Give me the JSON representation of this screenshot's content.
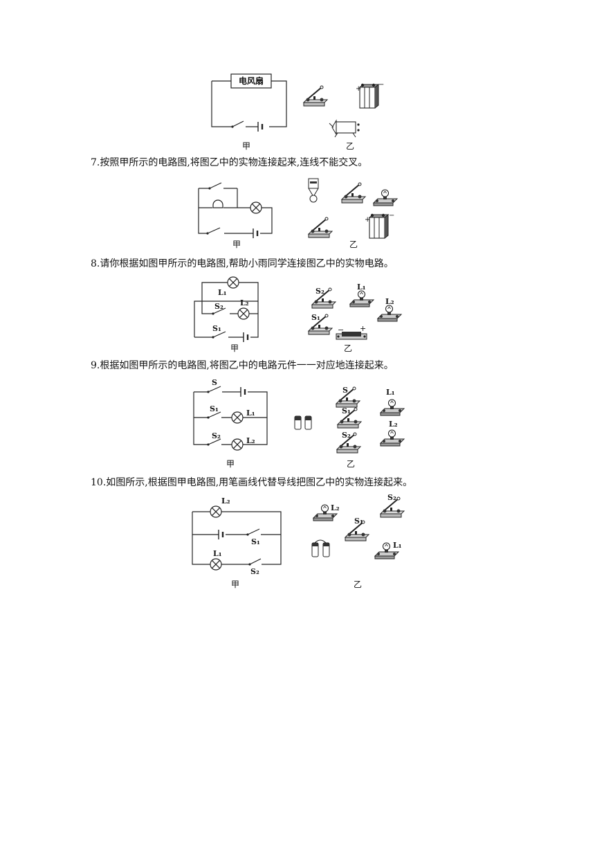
{
  "figure6": {
    "fan_label": "电风扇",
    "caption_left": "甲",
    "caption_right": "乙"
  },
  "question7": {
    "text": "7.按照甲所示的电路图,将图乙中的实物连接起来,连线不能交叉。",
    "caption_left": "甲",
    "caption_right": "乙"
  },
  "question8": {
    "text": "8.请你根据如图甲所示的电路图,帮助小雨同学连接图乙中的实物电路。",
    "caption_left": "甲",
    "caption_right": "乙",
    "labels": {
      "l1": "L₁",
      "l2": "L₂",
      "s1": "S₁",
      "s2": "S₂",
      "minus": "−",
      "plus": "+"
    }
  },
  "question9": {
    "text": "9.根据如图甲所示的电路图,将图乙中的电路元件一一对应地连接起来。",
    "caption_left": "甲",
    "caption_right": "乙",
    "labels": {
      "s": "S",
      "s1": "S₁",
      "s2": "S₂",
      "l1": "L₁",
      "l2": "L₂"
    }
  },
  "question10": {
    "text": "10.如图所示,根据图甲电路图,用笔画线代替导线把图乙中的实物连接起来。",
    "caption_left": "甲",
    "caption_right": "乙",
    "labels": {
      "l1": "L₁",
      "l2": "L₂",
      "s1": "S₁",
      "s2": "S₂"
    }
  }
}
